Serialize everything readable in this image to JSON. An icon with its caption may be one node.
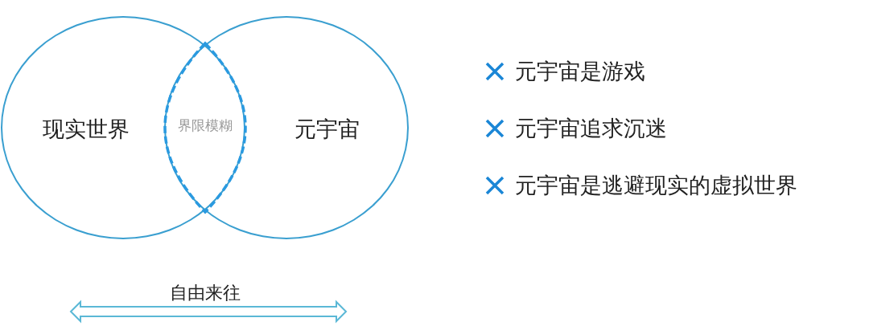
{
  "diagram": {
    "nodes": [
      {
        "text": [
          "现实世界"
        ]
      },
      {
        "text": [
          "元宇宙"
        ]
      },
      {
        "text": [
          "界限模糊"
        ]
      }
    ],
    "labels": [
      "元宇宙是游戏",
      "元宇宙追求沉迷",
      "元宇宙是逃避现实的虚拟世界",
      "自由来往"
    ]
  }
}
